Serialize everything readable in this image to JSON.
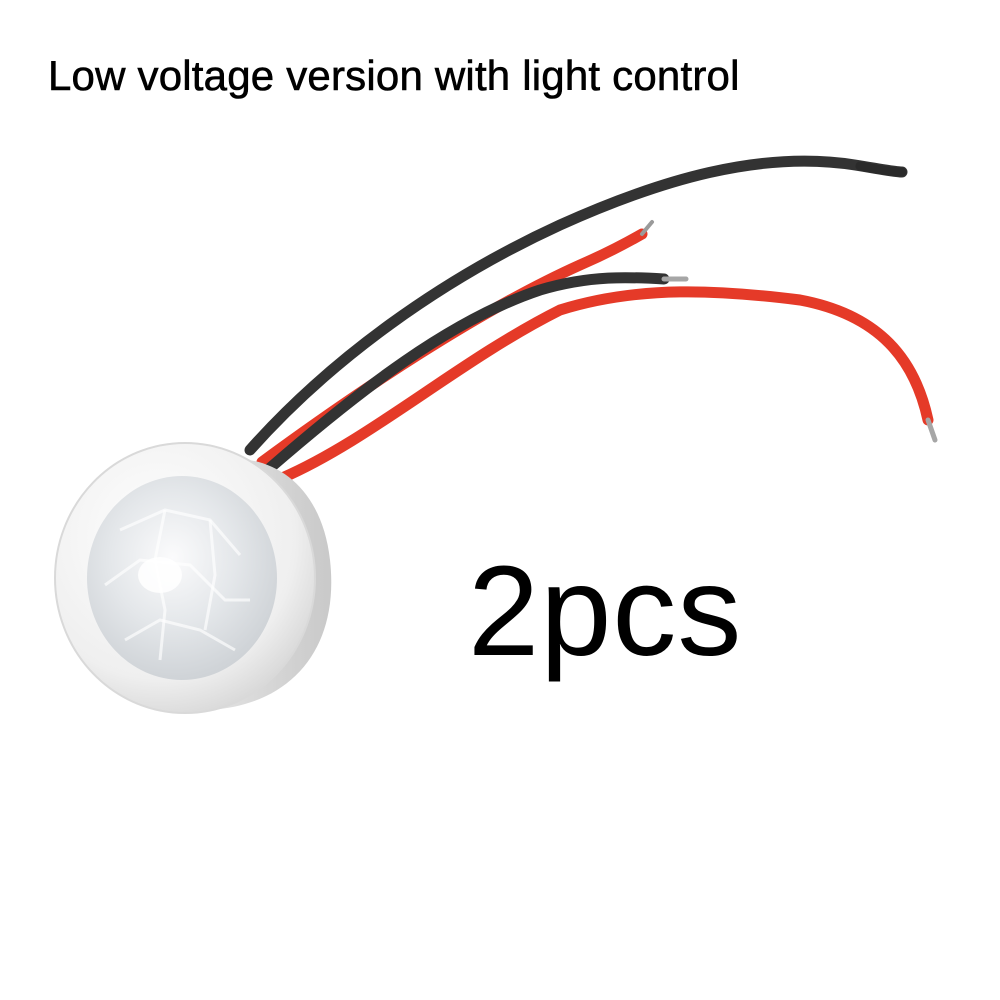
{
  "headline": "Low voltage version with light control",
  "quantity_label": "2pcs",
  "product": {
    "kind": "pir-motion-sensor-with-four-wires",
    "wire_colors": [
      "#333333",
      "#333333",
      "#e83a2a",
      "#e83a2a"
    ],
    "housing_color": "#f2f2f2",
    "lens_color": "#e6e9ec"
  }
}
